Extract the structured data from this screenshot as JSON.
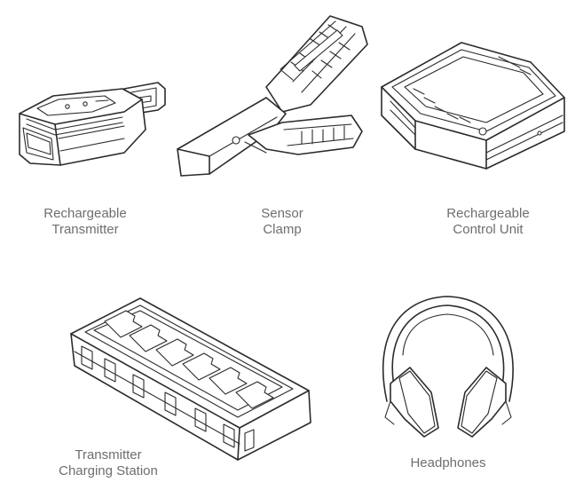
{
  "items": [
    {
      "id": "transmitter",
      "icon": "transmitter-icon",
      "label_lines": [
        "Rechargeable",
        "Transmitter"
      ]
    },
    {
      "id": "clamp",
      "icon": "sensor-clamp-icon",
      "label_lines": [
        "Sensor",
        "Clamp"
      ]
    },
    {
      "id": "control",
      "icon": "control-unit-icon",
      "label_lines": [
        "Rechargeable",
        "Control Unit"
      ]
    },
    {
      "id": "station",
      "icon": "charging-station-icon",
      "label_lines": [
        "Transmitter",
        "Charging Station"
      ]
    },
    {
      "id": "headphones",
      "icon": "headphones-icon",
      "label_lines": [
        "Headphones"
      ]
    }
  ],
  "colors": {
    "line": "#2b2b2b",
    "label": "#6d6e71"
  }
}
